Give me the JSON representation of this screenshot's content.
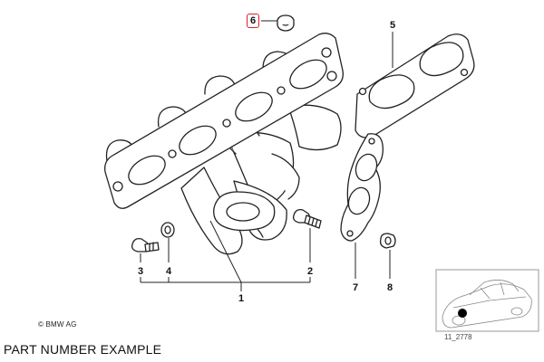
{
  "callouts": {
    "part_1": "1",
    "part_2": "2",
    "part_3": "3",
    "part_4": "4",
    "part_5": "5",
    "part_6": "6",
    "part_7": "7",
    "part_8": "8"
  },
  "highlighted_part": "6",
  "highlight_color": "#d8232a",
  "copyright": "© BMW AG",
  "diagram_code": "11_2778",
  "caption": "PART NUMBER EXAMPLE"
}
